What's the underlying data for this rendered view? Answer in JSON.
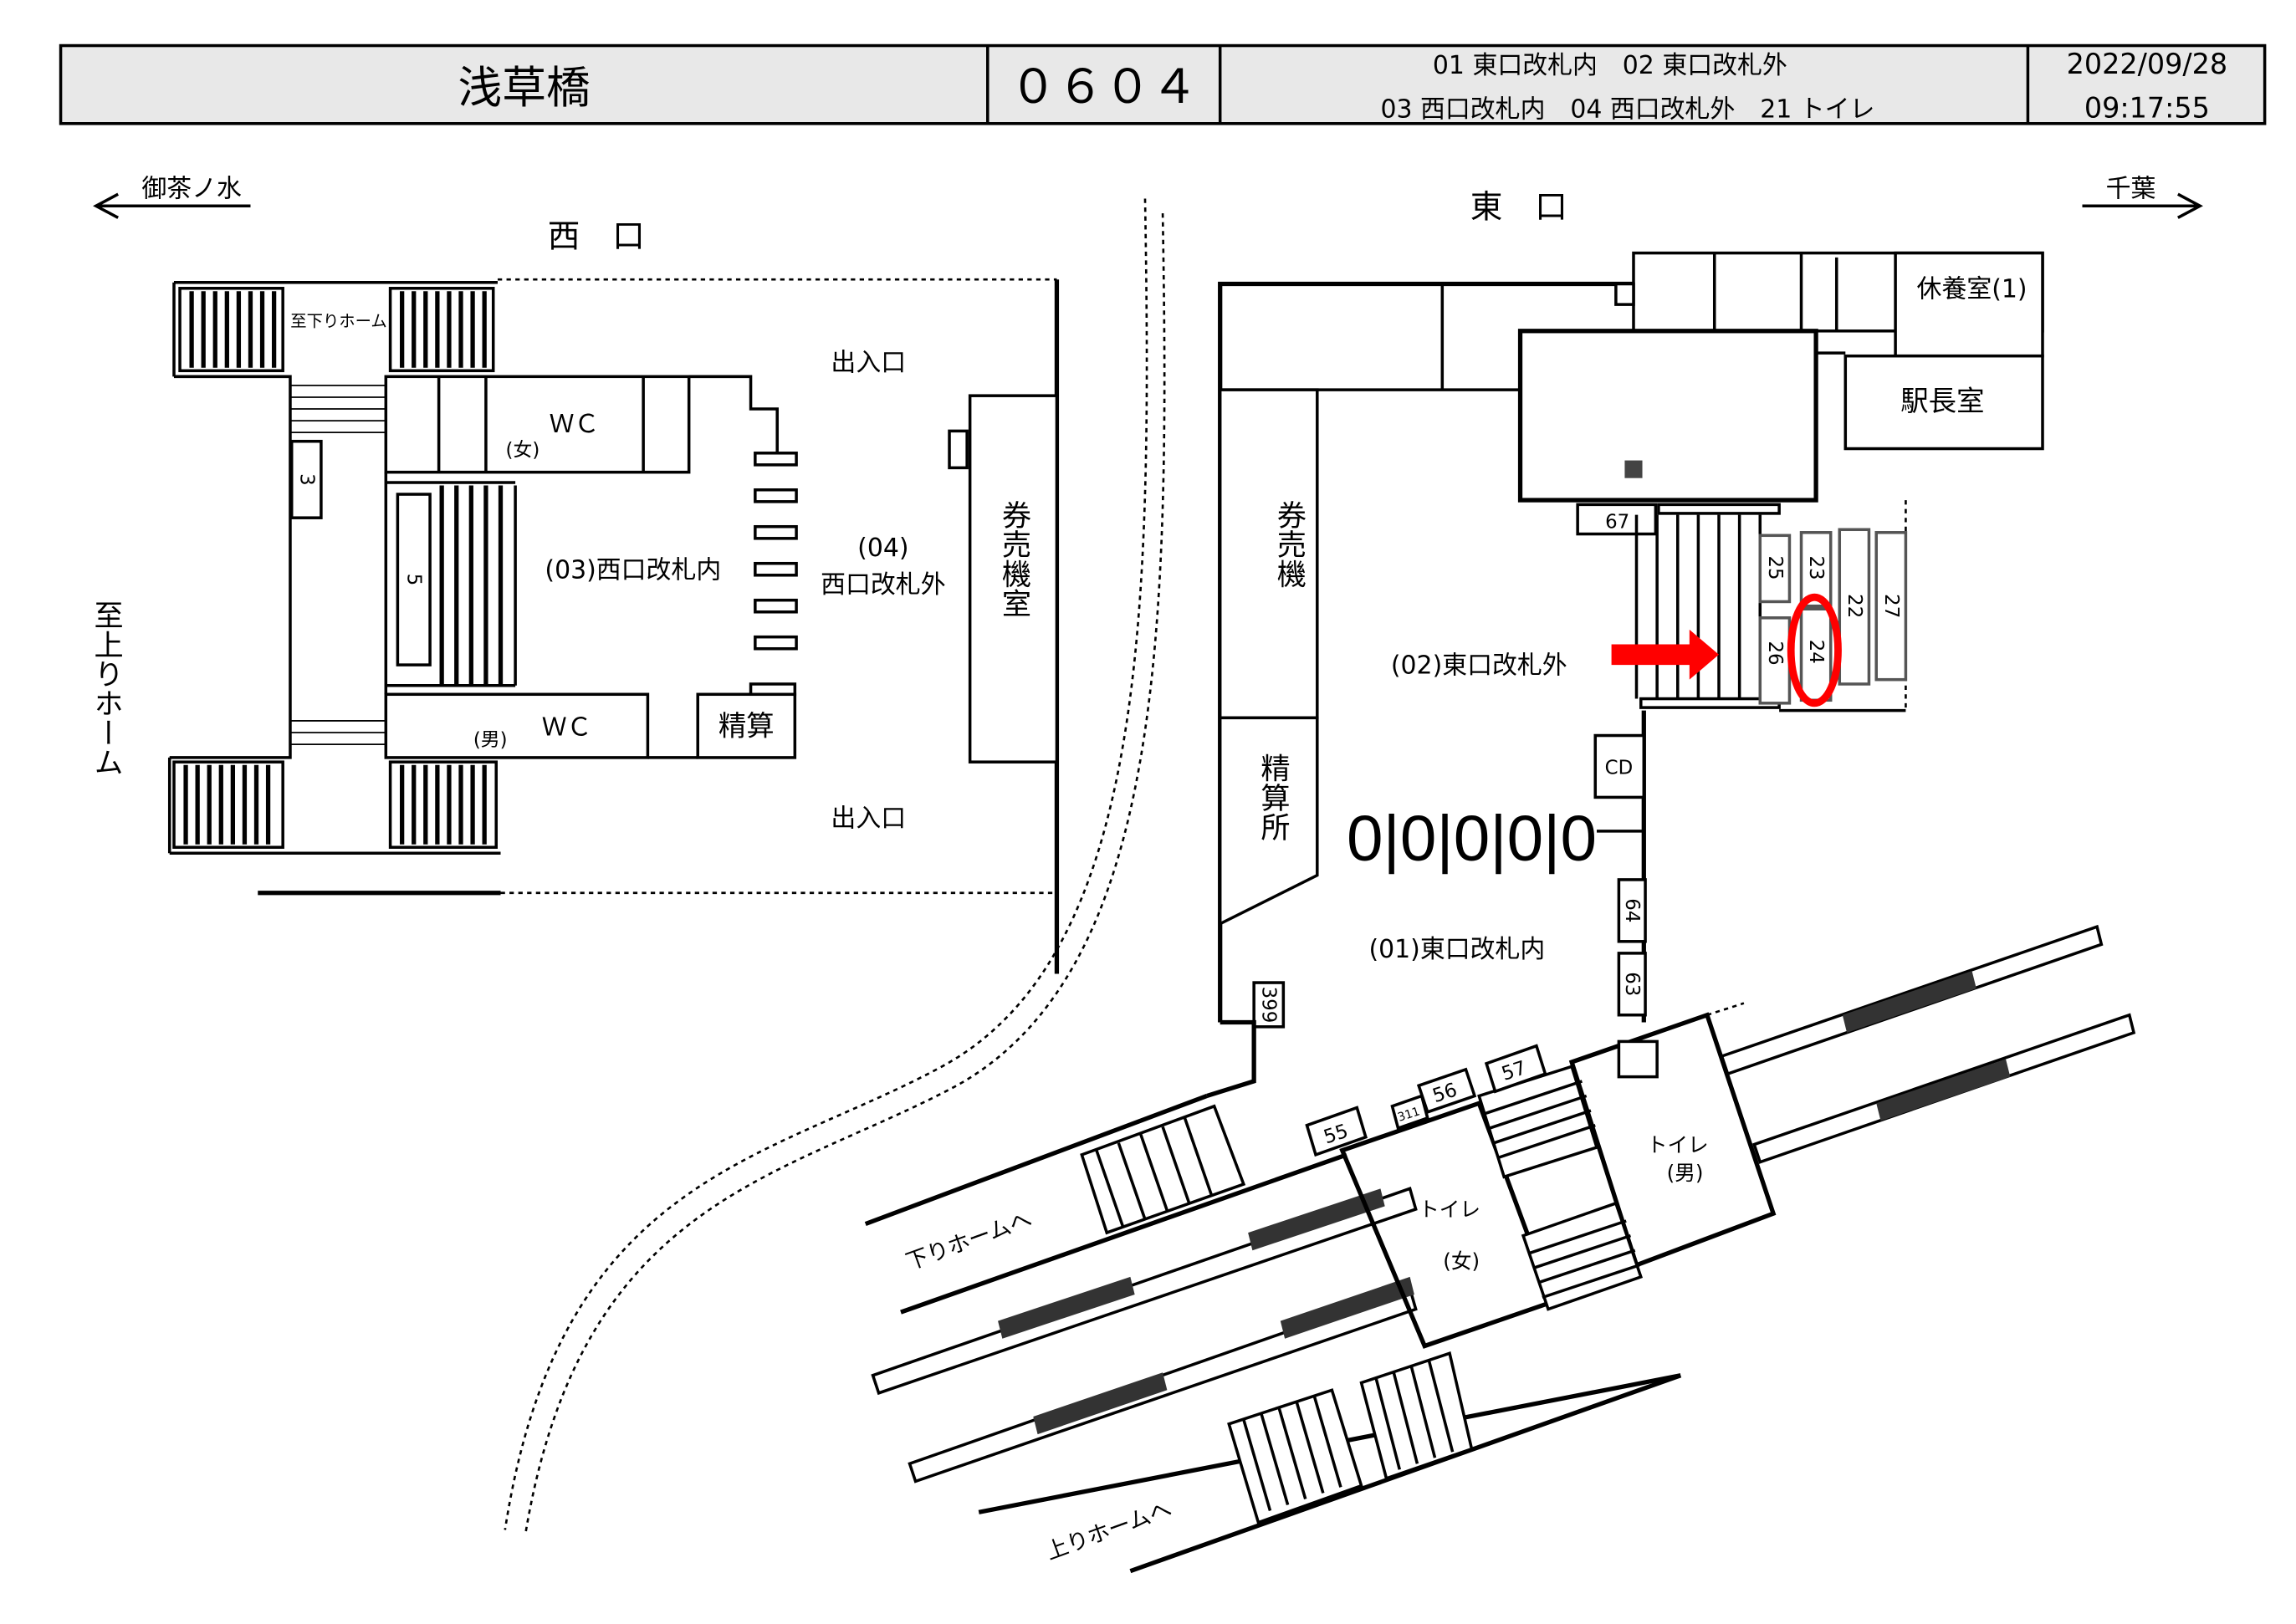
{
  "header": {
    "station_name": "浅草橋",
    "station_code": "０６０４",
    "legend_line1": "01 東口改札内　02 東口改札外",
    "legend_line2": "03 西口改札内　04 西口改札外　21 トイレ",
    "date": "2022/09/28",
    "time": "09:17:55"
  },
  "directions": {
    "left": "御茶ノ水",
    "right": "千葉"
  },
  "west": {
    "title": "西　口",
    "entrance_top": "出入口",
    "entrance_bottom": "出入口",
    "outside_code": "(04)",
    "outside_label": "西口改札外",
    "inside_label": "(03)西口改札内",
    "to_down_platform": "至下りホーム",
    "to_up_platform": "至上りホーム",
    "wc": "ＷＣ",
    "female": "(女)",
    "male": "(男)",
    "fare_adjust": "精算",
    "ticket_room": "券売機室",
    "locker_3": "3",
    "locker_5": "5"
  },
  "east": {
    "title": "東　口",
    "rest_room": "休養室(1)",
    "station_master": "駅長室",
    "ticket_machine": "券売機",
    "fare_office": "精算所",
    "outside_label": "(02)東口改札外",
    "inside_label": "(01)東口改札内",
    "cd": "CD",
    "gates": "0|0|0|0|0",
    "lockers": [
      "67",
      "25",
      "23",
      "26",
      "24",
      "22",
      "27",
      "64",
      "63",
      "399",
      "55",
      "311",
      "56",
      "57"
    ],
    "highlighted_locker": "24",
    "toilet": "トイレ",
    "toilet_female": "(女)",
    "toilet_male": "(男)",
    "to_down_platform": "下りホームへ",
    "to_up_platform": "上りホームへ"
  },
  "colors": {
    "highlight": "#ff0000",
    "header_bg": "#e8e8e8"
  }
}
